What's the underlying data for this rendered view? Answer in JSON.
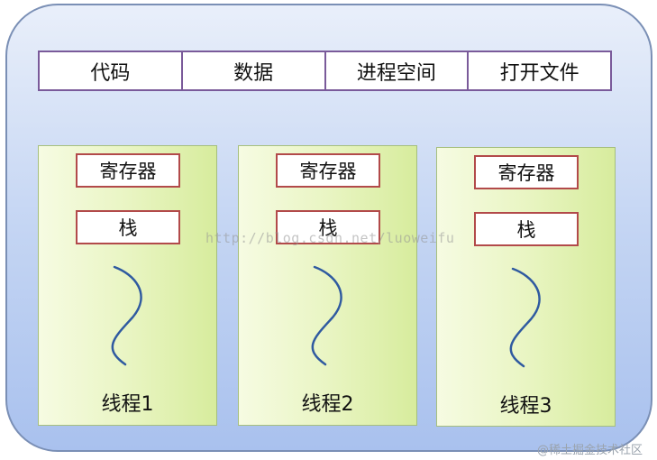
{
  "resources": [
    {
      "label": "代码"
    },
    {
      "label": "数据"
    },
    {
      "label": "进程空间"
    },
    {
      "label": "打开文件"
    }
  ],
  "threads": [
    {
      "register_label": "寄存器",
      "stack_label": "栈",
      "label": "线程1"
    },
    {
      "register_label": "寄存器",
      "stack_label": "栈",
      "label": "线程2"
    },
    {
      "register_label": "寄存器",
      "stack_label": "栈",
      "label": "线程3"
    }
  ],
  "watermark": "http://blog.csdn.net/luoweifu",
  "credit": "@稀土掘金技术社区",
  "colors": {
    "process_fill": "#b6cbf1",
    "resource_border": "#7a5a9a",
    "thread_fill": "#e3f2b3",
    "box_border": "#b24a4a",
    "wave_stroke": "#2f5aa0"
  }
}
